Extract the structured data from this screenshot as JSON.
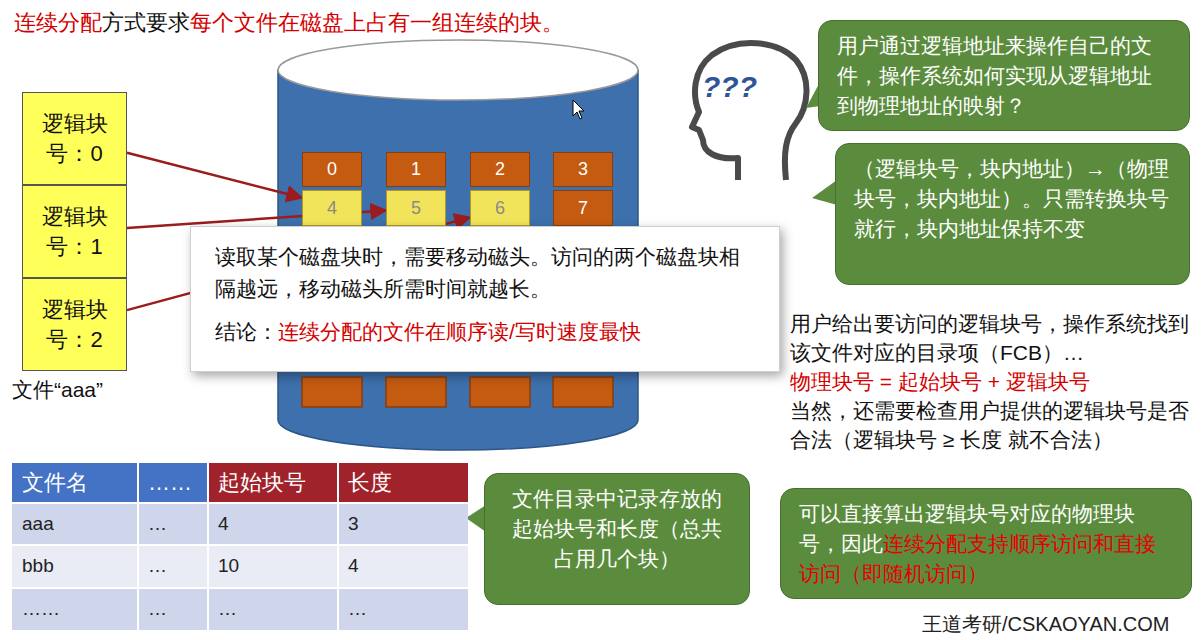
{
  "diagram": {
    "nodes": [
      {
        "text": [
          "逻辑块号：0"
        ]
      },
      {
        "text": [
          "逻辑块号：1"
        ]
      },
      {
        "text": [
          "逻辑块号：2"
        ]
      },
      {
        "text": [
          "0"
        ]
      },
      {
        "text": [
          "1"
        ]
      },
      {
        "text": [
          "2"
        ]
      },
      {
        "text": [
          "3"
        ]
      },
      {
        "text": [
          "4"
        ]
      },
      {
        "text": [
          "5"
        ]
      },
      {
        "text": [
          "6"
        ]
      },
      {
        "text": [
          "7"
        ]
      },
      {
        "text": [
          "读取某个磁盘块时，需要移动磁头。访问的两个磁盘块相隔越远，移动磁头所需时间就越长。",
          "结论：",
          "连续分配的文件在顺序读/写时速度最快"
        ]
      },
      {
        "text": [
          "用户通过逻辑地址来操作自己的文件，操作系统如何实现从逻辑地址到物理地址的映射？"
        ]
      },
      {
        "text": [
          "（逻辑块号，块内地址）→（物理块号，块内地址）。只需转换块号就行，块内地址保持不变"
        ]
      },
      {
        "text": [
          "文件目录中记录存放的起始块号和长度（总共占用几个块）"
        ]
      },
      {
        "text": [
          "可以直接算出逻辑块号对应的物理块号，因此",
          "连续分配支持顺序访问和直接访问（即随机访问）"
        ]
      }
    ],
    "edges": [
      {
        "from": 0,
        "to": 7,
        "arrow": "to"
      },
      {
        "from": 1,
        "to": 8,
        "arrow": "to"
      },
      {
        "from": 2,
        "to": 9,
        "arrow": "to"
      }
    ],
    "labels": [
      "连续分配",
      "方式要求",
      "每个文件在磁盘上占有一组连续的块。",
      "???",
      "文件“aaa”",
      "用户给出要访问的逻辑块号，操作系统找到该文件对应的目录项（FCB）…",
      "物理块号 = 起始块号 + 逻辑块号",
      "当然，还需要检查用户提供的逻辑块号是否合法（逻辑块号 ≥ 长度 就不合法）",
      "文件名",
      "……",
      "起始块号",
      "长度",
      "aaa",
      "…",
      "4",
      "3",
      "bbb",
      "…",
      "10",
      "4",
      "……",
      "…",
      "…",
      "…",
      "王道考研/CSKAOYAN.COM"
    ]
  }
}
